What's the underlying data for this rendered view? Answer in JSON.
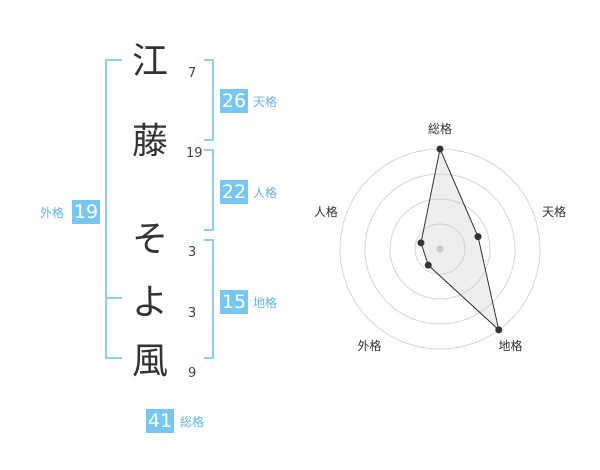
{
  "name": {
    "characters": [
      {
        "char": "江",
        "strokes": "7"
      },
      {
        "char": "藤",
        "strokes": "19"
      },
      {
        "char": "そ",
        "strokes": "3"
      },
      {
        "char": "よ",
        "strokes": "3"
      },
      {
        "char": "風",
        "strokes": "9"
      }
    ]
  },
  "fortune": {
    "tenkaku": {
      "label": "天格",
      "value": "26"
    },
    "jinkaku": {
      "label": "人格",
      "value": "22"
    },
    "chikaku": {
      "label": "地格",
      "value": "15"
    },
    "gaikaku": {
      "label": "外格",
      "value": "19"
    },
    "soukaku": {
      "label": "総格",
      "value": "41"
    }
  },
  "colors": {
    "accent": "#76c8f2",
    "bracket": "#8fd0f2",
    "text": "#333333"
  },
  "chart_data": {
    "type": "radar",
    "axes": [
      "総格",
      "天格",
      "地格",
      "外格",
      "人格"
    ],
    "values": [
      5,
      2,
      5,
      1,
      1
    ],
    "rmax": 5,
    "rings": 4,
    "grid": true
  }
}
